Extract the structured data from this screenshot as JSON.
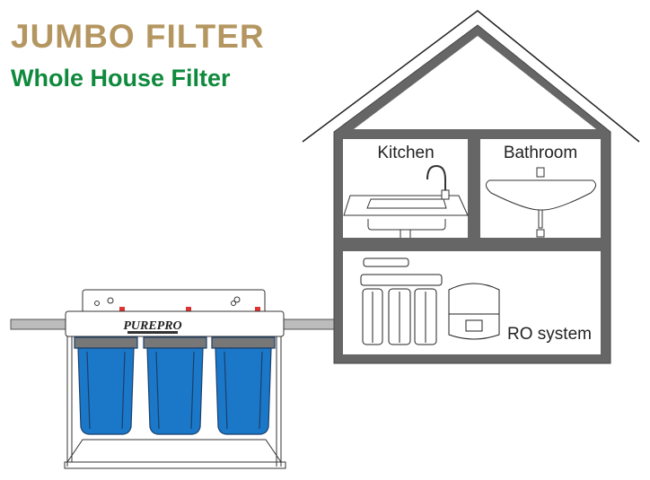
{
  "header": {
    "brand": "JUMBO FILTER",
    "subtitle": "Whole House Filter"
  },
  "house": {
    "rooms": [
      {
        "label": "Kitchen"
      },
      {
        "label": "Bathroom"
      },
      {
        "label": "RO system"
      }
    ]
  },
  "filter_unit": {
    "logo": "PUREPRO"
  },
  "colors": {
    "brand_gold": "#b49661",
    "subtitle_green": "#0f8a3c",
    "housing_blue": "#1b78c8",
    "wall_gray": "#666666"
  }
}
